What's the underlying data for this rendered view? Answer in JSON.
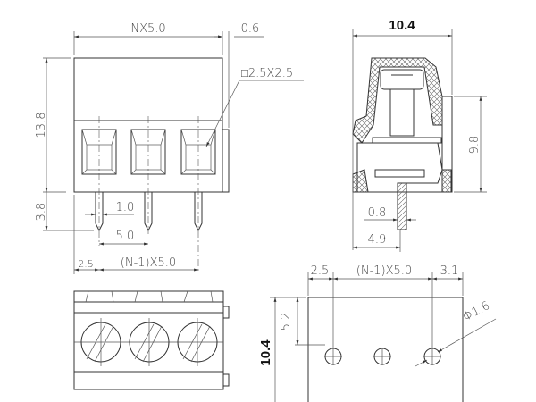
{
  "front_view": {
    "width_label": "NX5.0",
    "rail_label": "0.6",
    "opening_label": "□2.5X2.5",
    "height_label": "13.8",
    "pin_length_label": "3.8",
    "pin_width_label": "1.0",
    "pitch_label": "5.0",
    "edge_label": "2.5",
    "span_label": "(N-1)X5.0"
  },
  "side_view": {
    "depth_label": "10.4",
    "height_label": "9.8",
    "pin_thickness_label": "0.8",
    "pin_offset_label": "4.9"
  },
  "footprint_view": {
    "edge_left_label": "2.5",
    "span_label": "(N-1)X5.0",
    "edge_right_label": "3.1",
    "depth_label": "10.4",
    "row_offset_label": "5.2",
    "hole_label": "Φ1.6"
  }
}
